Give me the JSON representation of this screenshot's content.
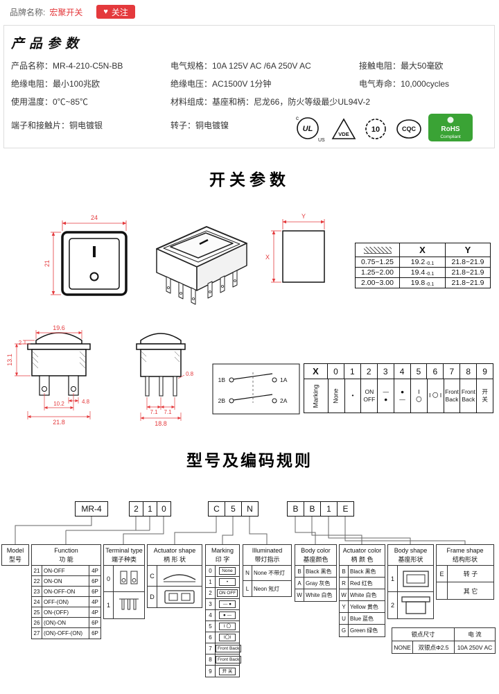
{
  "colors": {
    "accent_red": "#e4393c",
    "rohs_green": "#3aa335"
  },
  "top_bar": {
    "brand_label": "品牌名称:",
    "brand_name": "宏聚开关",
    "heart_icon": "♥",
    "follow_label": "关注"
  },
  "product_params": {
    "title": "产品参数",
    "rows": [
      [
        "产品名称：MR-4-210-C5N-BB",
        "电气规格：10A  125V  AC /6A  250V  AC",
        "接触电阻：最大50毫欧"
      ],
      [
        "绝缘电阻：最小100兆欧",
        "绝缘电压：AC1500V 1分钟",
        "电气寿命：10,000cycles"
      ],
      [
        "使用温度：0℃~85℃",
        "材料组成：基座和柄：尼龙66，防火等级最少UL94V-2"
      ],
      [
        "端子和接触片：铜电镀银",
        "转子：铜电镀镍"
      ]
    ],
    "certs": {
      "ul_c": "c",
      "ul": "UL",
      "ul_us": "US",
      "vde": "VDE",
      "enec": "10",
      "cqc": "CQC",
      "rohs_line1": "RoHS",
      "rohs_line2": "Compliant"
    }
  },
  "switch_section": {
    "title": "开关参数",
    "front_view": {
      "width": "24",
      "height": "21"
    },
    "cutout": {
      "x": "X",
      "y": "Y"
    },
    "cutout_table": {
      "col_x": "X",
      "col_y": "Y",
      "rows": [
        {
          "range": "0.75~1.25",
          "x": "19.2",
          "xtol": "-0.1",
          "y": "21.8~21.9"
        },
        {
          "range": "1.25~2.00",
          "x": "19.4",
          "xtol": "-0.1",
          "y": "21.8~21.9"
        },
        {
          "range": "2.00~3.00",
          "x": "19.8",
          "xtol": "-0.1",
          "y": "21.8~21.9"
        }
      ]
    },
    "front_dims": {
      "rocker_w": "19.6",
      "lip": "2",
      "body_h": "13.1",
      "terminal_w": "4.8",
      "pitch": "10.2",
      "overall_w": "21.8"
    },
    "side_dims": {
      "pin_t": "0.8",
      "pitch_a": "7.1",
      "pitch_b": "7.1",
      "depth": "18.8"
    },
    "circuit": {
      "t1b": "1B",
      "t1a": "1A",
      "t2b": "2B",
      "t2a": "2A"
    },
    "marking_table": {
      "row1": [
        "X",
        "0",
        "1",
        "2",
        "3",
        "4",
        "5",
        "6",
        "7",
        "8",
        "9"
      ],
      "row2_head": "Marking",
      "row2": [
        "None",
        "•",
        "ON\nOFF",
        "—\n●",
        "●\n—",
        "Ⅰ\n〇",
        "Ⅰ 〇 Ⅰ",
        "Front\nBack",
        "Front\nBack",
        "开\n关"
      ]
    }
  },
  "coding_section": {
    "title": "型号及编码规则",
    "boxes": {
      "model": "MR-4",
      "d1": [
        "2",
        "1",
        "0"
      ],
      "d2": [
        "C",
        "5",
        "N"
      ],
      "d3": [
        "B",
        "B",
        "1",
        "E"
      ]
    },
    "model_col": {
      "en": "Model",
      "cn": "型号"
    },
    "function_col": {
      "en": "Function",
      "cn": "功  能",
      "rows": [
        {
          "code": "21",
          "name": "ON-OFF",
          "poles": "4P"
        },
        {
          "code": "22",
          "name": "ON-ON",
          "poles": "6P"
        },
        {
          "code": "23",
          "name": "ON-OFF-ON",
          "poles": "6P"
        },
        {
          "code": "24",
          "name": "OFF-(ON)",
          "poles": "4P"
        },
        {
          "code": "25",
          "name": "ON-(OFF)",
          "poles": "4P"
        },
        {
          "code": "26",
          "name": "(ON)-ON",
          "poles": "6P"
        },
        {
          "code": "27",
          "name": "(ON)-OFF-(ON)",
          "poles": "6P"
        }
      ]
    },
    "terminal_col": {
      "en": "Terminal type",
      "cn": "端子种类",
      "codes": [
        "0",
        "1"
      ]
    },
    "actuator_shape_col": {
      "en": "Actuator shape",
      "cn": "柄 形 状",
      "codes": [
        "C",
        "D"
      ]
    },
    "marking_col": {
      "en": "Marking",
      "cn": "印  字",
      "rows": [
        {
          "code": "0",
          "symbol": "None"
        },
        {
          "code": "1",
          "symbol": "•"
        },
        {
          "code": "2",
          "symbol": "ON OFF"
        },
        {
          "code": "3",
          "symbol": "— ●"
        },
        {
          "code": "4",
          "symbol": "● —"
        },
        {
          "code": "5",
          "symbol": "Ⅰ 〇"
        },
        {
          "code": "6",
          "symbol": "Ⅰ〇Ⅰ"
        },
        {
          "code": "7",
          "symbol": "Front Back"
        },
        {
          "code": "8",
          "symbol": "Front Back"
        },
        {
          "code": "9",
          "symbol": "开 关"
        }
      ]
    },
    "illuminated_col": {
      "en": "Illuminated",
      "cn": "带灯指示",
      "rows": [
        {
          "code": "N",
          "name": "None",
          "cn": "不带灯"
        },
        {
          "code": "L",
          "name": "Neon",
          "cn": "氖灯"
        }
      ]
    },
    "body_color_col": {
      "en": "Body color",
      "cn": "基座颜色",
      "rows": [
        {
          "code": "B",
          "name": "Black",
          "cn": "黑色"
        },
        {
          "code": "A",
          "name": "Gray",
          "cn": "灰色"
        },
        {
          "code": "W",
          "name": "White",
          "cn": "白色"
        }
      ]
    },
    "actuator_color_col": {
      "en": "Actuator color",
      "cn": "柄 颜 色",
      "rows": [
        {
          "code": "B",
          "name": "Black",
          "cn": "黑色"
        },
        {
          "code": "R",
          "name": "Red",
          "cn": "红色"
        },
        {
          "code": "W",
          "name": "White",
          "cn": "白色"
        },
        {
          "code": "Y",
          "name": "Yellow",
          "cn": "黄色"
        },
        {
          "code": "U",
          "name": "Blue",
          "cn": "蓝色"
        },
        {
          "code": "G",
          "name": "Green",
          "cn": "绿色"
        }
      ]
    },
    "body_shape_col": {
      "en": "Body shape",
      "cn": "基座形状",
      "codes": [
        "1",
        "2"
      ]
    },
    "frame_shape_col": {
      "en": "Frame shape",
      "cn": "结构形状",
      "rows": [
        {
          "code": "E",
          "cn": "转 子"
        },
        {
          "code": "",
          "cn": "其 它"
        }
      ]
    },
    "silver_table": {
      "h_size": "银点尺寸",
      "h_current": "电 流",
      "none": "NONE",
      "size": "双银点Φ2.5",
      "current": "10A 250V AC"
    }
  }
}
